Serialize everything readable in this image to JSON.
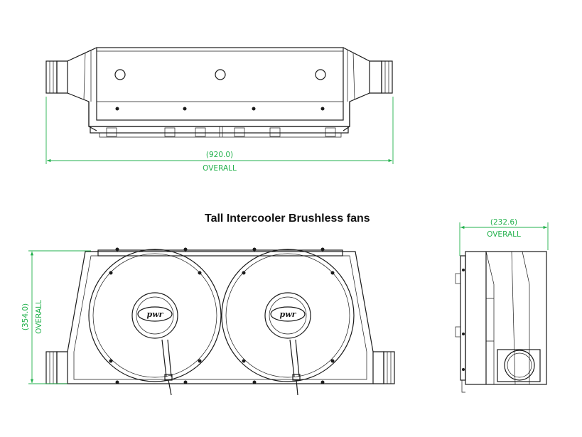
{
  "title": "Tall Intercooler Brushless fans",
  "logo_text": "pwr",
  "colors": {
    "line": "#1a1a1a",
    "dimension": "#22b14c",
    "background": "#ffffff"
  },
  "dimensions": {
    "width": {
      "value": "(920.0)",
      "label": "OVERALL"
    },
    "height": {
      "value": "(354.0)",
      "label": "OVERALL"
    },
    "depth": {
      "value": "(232.6)",
      "label": "OVERALL"
    }
  }
}
